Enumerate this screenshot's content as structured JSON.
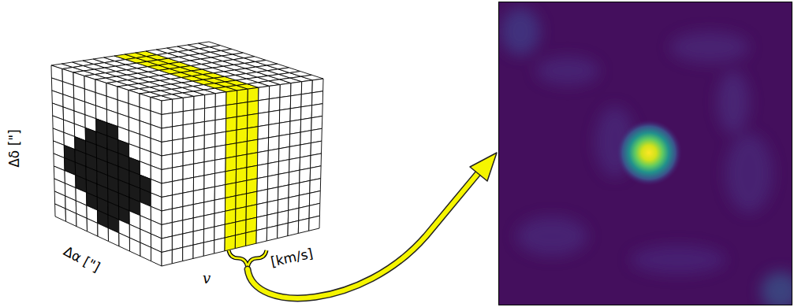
{
  "diagram": {
    "labels": [
      "Δδ [\"]",
      "Δα [\"]",
      "v",
      "[km/s]"
    ]
  }
}
